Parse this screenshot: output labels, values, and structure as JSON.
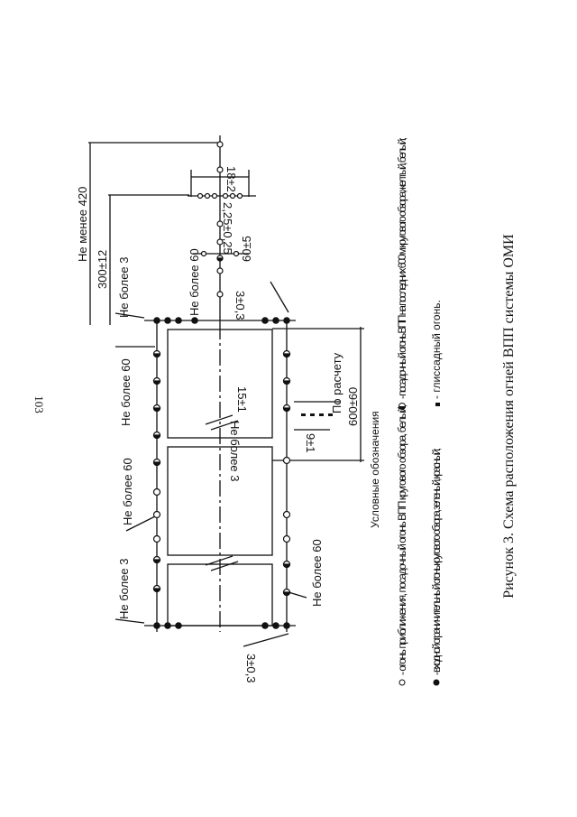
{
  "page_number": "103",
  "caption": "Рисунок 3. Схема расположения огней ВПП системы ОМИ",
  "dimensions": {
    "not_less_420": "Не менее 420",
    "d_300_12": "300±12",
    "d_18_2": "18±2",
    "d_2_25": "2,25±0,25",
    "not_more_3": "Не более 3",
    "not_more_60": "Не более 60",
    "d_60_5": "60±5",
    "d_3_03": "3±0,3",
    "d_15_1": "15±1",
    "by_calc": "По расчету",
    "d_9_1": "9±1",
    "d_600_60": "600±60"
  },
  "legend": {
    "title": "Условные обозначения",
    "items": [
      {
        "symbol": "open-circle",
        "text": "- огонь приближения, посадочный огонь ВПП кругового обзора, белый;"
      },
      {
        "symbol": "filled-circle",
        "text": "- входной ограничительный огонь кругового обзора, зеленый, красный;"
      },
      {
        "symbol": "half-circle",
        "text": "- посадочный огонь ВПП на последних 600 м кругового обзора,желтый, белый;"
      },
      {
        "symbol": "bar",
        "text": "- глиссадный огонь."
      }
    ]
  }
}
